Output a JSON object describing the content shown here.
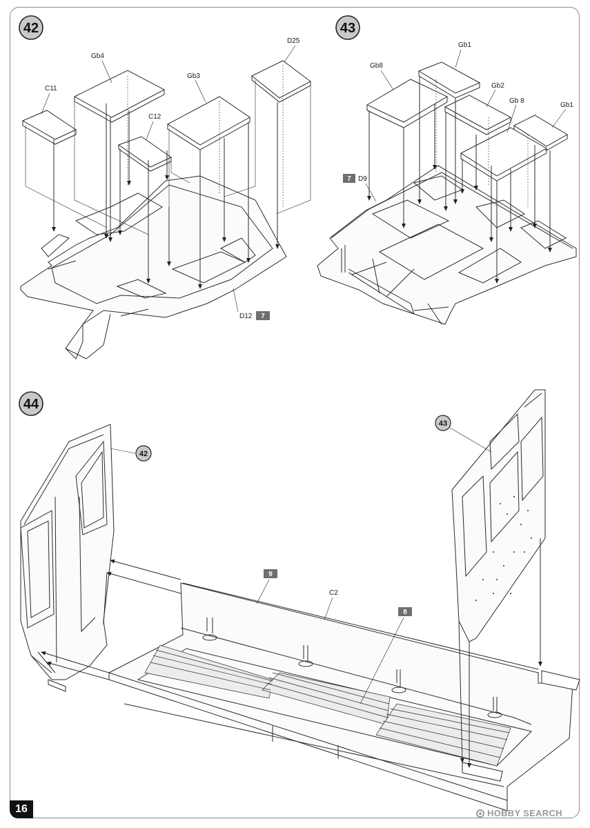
{
  "page": {
    "number": "16"
  },
  "watermark": {
    "text": "HOBBY SEARCH",
    "copyright": "©"
  },
  "steps": [
    {
      "number": "42",
      "labels": {
        "gb4": "Gb4",
        "c11": "C11",
        "c12": "C12",
        "gb3": "Gb3",
        "d25": "D25",
        "d12": "D12"
      },
      "ref_box": "7"
    },
    {
      "number": "43",
      "labels": {
        "gb1_top": "Gb1",
        "gb8_left": "Gb8",
        "gb2": "Gb2",
        "gb8_right": "Gb 8",
        "gb1_right": "Gb1",
        "d9": "D9"
      },
      "ref_box": "7"
    },
    {
      "number": "44",
      "labels": {
        "c2": "C2"
      },
      "ref_boxes": [
        "9",
        "8"
      ],
      "sub_refs": {
        "left": "42",
        "right": "43"
      }
    }
  ],
  "colors": {
    "line": "#2a2a2a",
    "box": "#6e6e6e",
    "frame": "#8a8a8a"
  }
}
